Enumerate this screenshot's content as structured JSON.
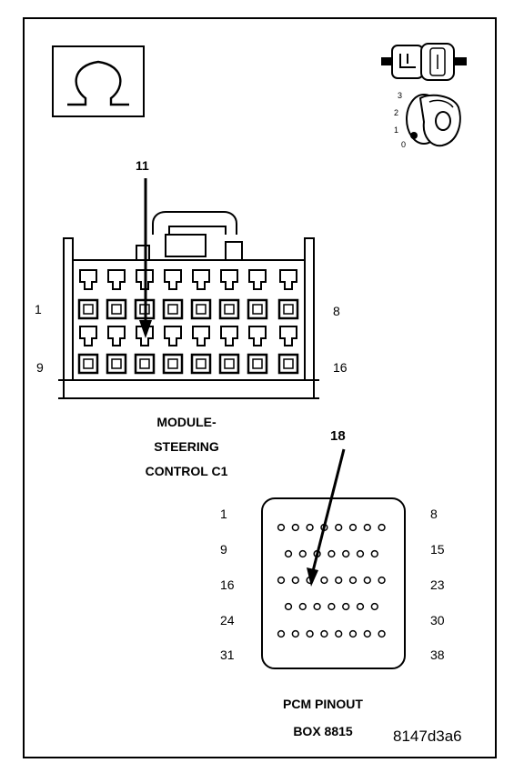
{
  "connector_c1": {
    "callout": "11",
    "pin_labels": {
      "top_left": "1",
      "top_right": "8",
      "bottom_left": "9",
      "bottom_right": "16"
    },
    "title_lines": [
      "MODULE-",
      "STEERING",
      "CONTROL C1"
    ]
  },
  "pcm": {
    "callout": "18",
    "row_labels": [
      {
        "left": "1",
        "right": "8"
      },
      {
        "left": "9",
        "right": "15"
      },
      {
        "left": "16",
        "right": "23"
      },
      {
        "left": "24",
        "right": "30"
      },
      {
        "left": "31",
        "right": "38"
      }
    ],
    "title_lines": [
      "PCM PINOUT",
      "BOX 8815"
    ]
  },
  "ignition_key": {
    "positions": [
      "3",
      "2",
      "1",
      "0"
    ]
  },
  "figure_id": "8147d3a6"
}
